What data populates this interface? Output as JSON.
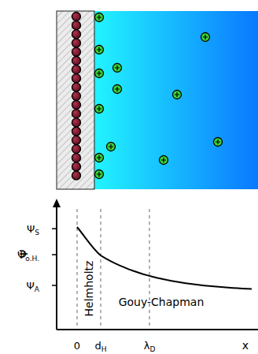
{
  "diagram": {
    "labels": [
      "Ψ",
      "ΨS",
      "Ψo.H.",
      "ΨA",
      "Helmholtz",
      "Gouy-Chapman",
      "0",
      "dH",
      "λD",
      "x"
    ]
  }
}
